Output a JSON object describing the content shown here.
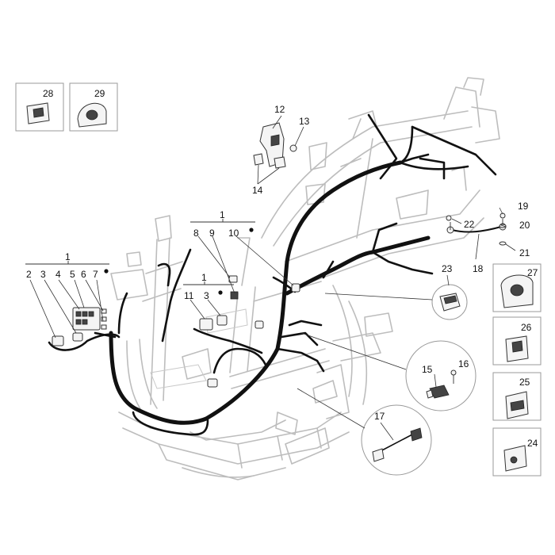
{
  "labels": {
    "n1a": "1",
    "n1b": "1",
    "n1c": "1",
    "n2": "2",
    "n3a": "3",
    "n3b": "3",
    "n4": "4",
    "n5": "5",
    "n6": "6",
    "n7": "7",
    "n8": "8",
    "n9": "9",
    "n10": "10",
    "n11": "11",
    "n12": "12",
    "n13": "13",
    "n14": "14",
    "n15": "15",
    "n16": "16",
    "n17": "17",
    "n18": "18",
    "n19": "19",
    "n20": "20",
    "n21": "21",
    "n22": "22",
    "n23": "23",
    "n24": "24",
    "n25": "25",
    "n26": "26",
    "n27": "27",
    "n28": "28",
    "n29": "29"
  }
}
